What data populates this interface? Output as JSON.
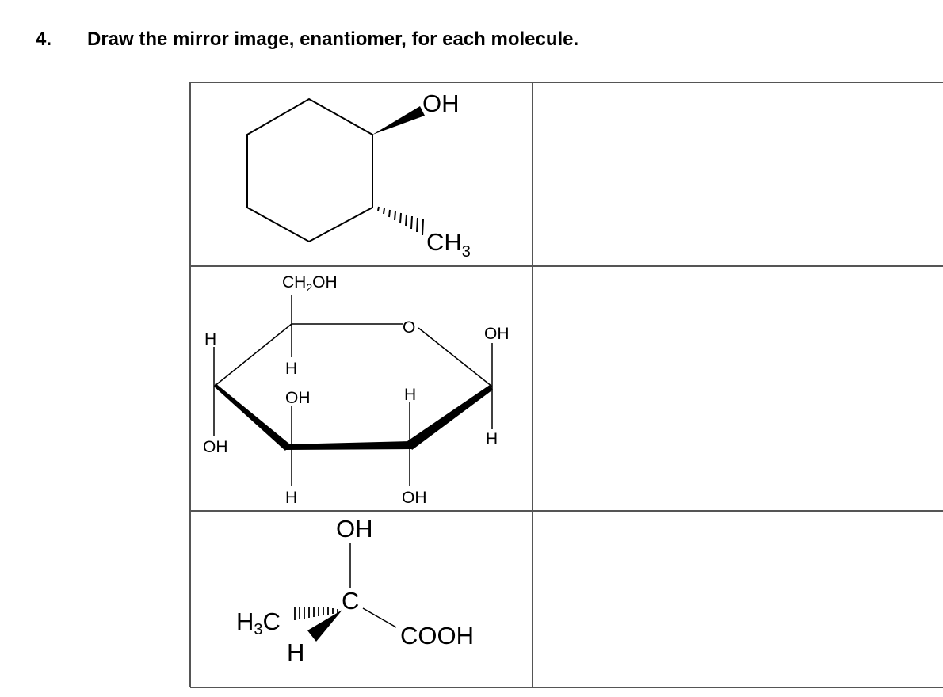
{
  "question": {
    "number": "4.",
    "prompt": "Draw the mirror image, enantiomer, for each molecule."
  },
  "table": {
    "rows": [
      {
        "molecule": "2-methylcyclohexanol",
        "labels": {
          "oh": "OH",
          "ch3_main": "CH",
          "ch3_sub": "3"
        },
        "answer": ""
      },
      {
        "molecule": "pyranose ring (Haworth projection)",
        "labels": {
          "ch2oh_a": "CH",
          "ch2oh_sub": "2",
          "ch2oh_b": "OH",
          "ring_o": "O",
          "c1_oh": "OH",
          "c1_h": "H",
          "c2_oh": "OH",
          "c2_h": "H",
          "c3_oh": "OH",
          "c3_h": "H",
          "c4_oh": "OH",
          "c4_h": "H",
          "c5_h": "H"
        },
        "answer": ""
      },
      {
        "molecule": "lactic acid",
        "labels": {
          "oh": "OH",
          "c": "C",
          "cooh": "COOH",
          "h3c_a": "H",
          "h3c_sub": "3",
          "h3c_b": "C",
          "h": "H"
        },
        "answer": ""
      }
    ]
  }
}
